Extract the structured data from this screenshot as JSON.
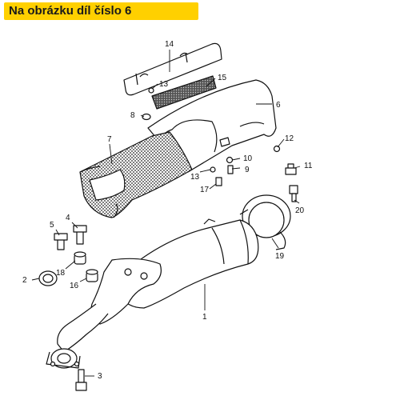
{
  "banner": {
    "text": "Na obrázku díl číslo 6",
    "color": "#ffd000"
  },
  "callouts": [
    {
      "id": "c1",
      "text": "1"
    },
    {
      "id": "c2",
      "text": "2"
    },
    {
      "id": "c3",
      "text": "3"
    },
    {
      "id": "c4",
      "text": "4"
    },
    {
      "id": "c5",
      "text": "5"
    },
    {
      "id": "c6",
      "text": "6"
    },
    {
      "id": "c7",
      "text": "7"
    },
    {
      "id": "c8",
      "text": "8"
    },
    {
      "id": "c9",
      "text": "9"
    },
    {
      "id": "c10",
      "text": "10"
    },
    {
      "id": "c11",
      "text": "11"
    },
    {
      "id": "c12",
      "text": "12"
    },
    {
      "id": "c13a",
      "text": "13"
    },
    {
      "id": "c13b",
      "text": "13"
    },
    {
      "id": "c14",
      "text": "14"
    },
    {
      "id": "c15",
      "text": "15"
    },
    {
      "id": "c16",
      "text": "16"
    },
    {
      "id": "c17",
      "text": "17"
    },
    {
      "id": "c18",
      "text": "18"
    },
    {
      "id": "c19",
      "text": "19"
    },
    {
      "id": "c20",
      "text": "20"
    }
  ]
}
